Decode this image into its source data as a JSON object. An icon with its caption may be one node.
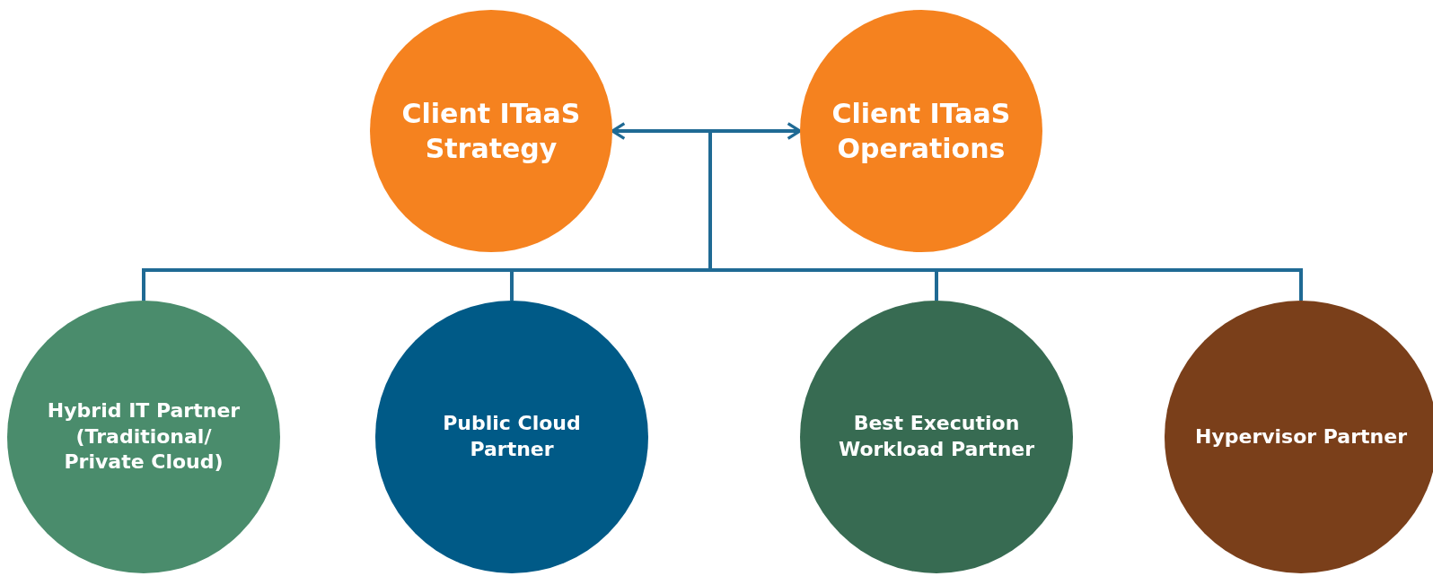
{
  "diagram": {
    "nodes": [
      {
        "text": [
          "Client ITaaS Strategy"
        ]
      },
      {
        "text": [
          "Client ITaaS Operations"
        ]
      },
      {
        "text": [
          "Hybrid IT Partner (Traditional/ Private Cloud)"
        ]
      },
      {
        "text": [
          "Public Cloud Partner"
        ]
      },
      {
        "text": [
          "Best Execution Workload Partner"
        ]
      },
      {
        "text": [
          "Hypervisor Partner"
        ]
      }
    ],
    "edges": [
      {
        "from": 0,
        "to": 1,
        "arrow": "both"
      },
      {
        "from": 0,
        "to": 2,
        "arrow": "none"
      },
      {
        "from": 0,
        "to": 3,
        "arrow": "none"
      },
      {
        "from": 0,
        "to": 4,
        "arrow": "none"
      },
      {
        "from": 0,
        "to": 5,
        "arrow": "none"
      },
      {
        "from": 1,
        "to": 2,
        "arrow": "none"
      },
      {
        "from": 1,
        "to": 3,
        "arrow": "none"
      },
      {
        "from": 1,
        "to": 4,
        "arrow": "none"
      },
      {
        "from": 1,
        "to": 5,
        "arrow": "none"
      }
    ]
  }
}
